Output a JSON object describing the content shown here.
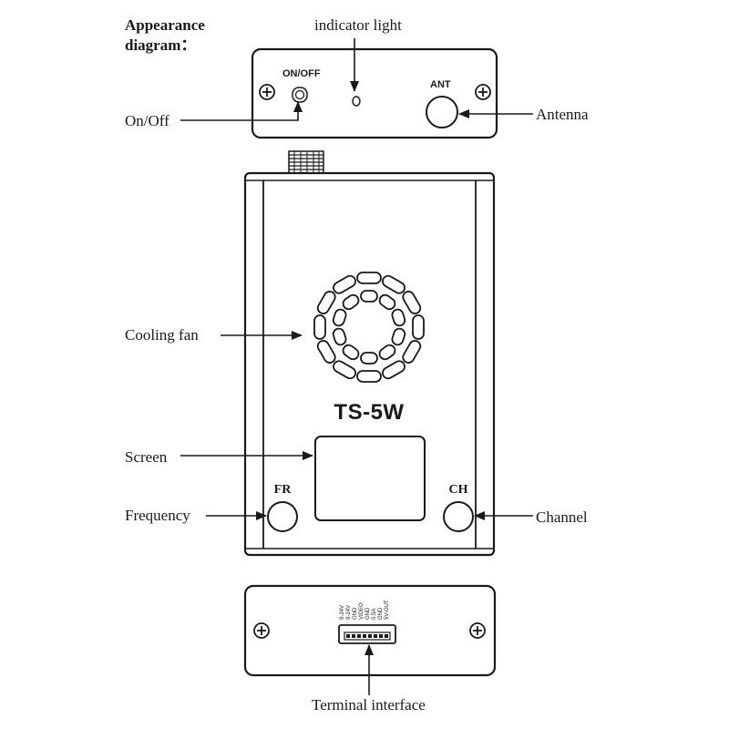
{
  "title": {
    "line1": "Appearance",
    "line2": "diagram："
  },
  "top_panel": {
    "switch_label": "ON/OFF",
    "antenna_label": "ANT"
  },
  "device": {
    "model": "TS-5W",
    "fr_button": "FR",
    "ch_button": "CH"
  },
  "bottom_panel": {
    "pins": [
      "9-24V",
      "9-24V",
      "GND",
      "VIDEO",
      "GND",
      "0.5A",
      "GND",
      "5V-OUT"
    ]
  },
  "callouts": {
    "indicator_light": "indicator light",
    "on_off": "On/Off",
    "antenna": "Antenna",
    "cooling_fan": "Cooling fan",
    "screen": "Screen",
    "frequency": "Frequency",
    "channel": "Channel",
    "terminal_interface": "Terminal interface"
  },
  "icons": {
    "screw": "screw-icon",
    "fan": "cooling-fan-icon",
    "sma_connector": "sma-connector-icon",
    "terminal_connector": "terminal-connector-icon"
  }
}
